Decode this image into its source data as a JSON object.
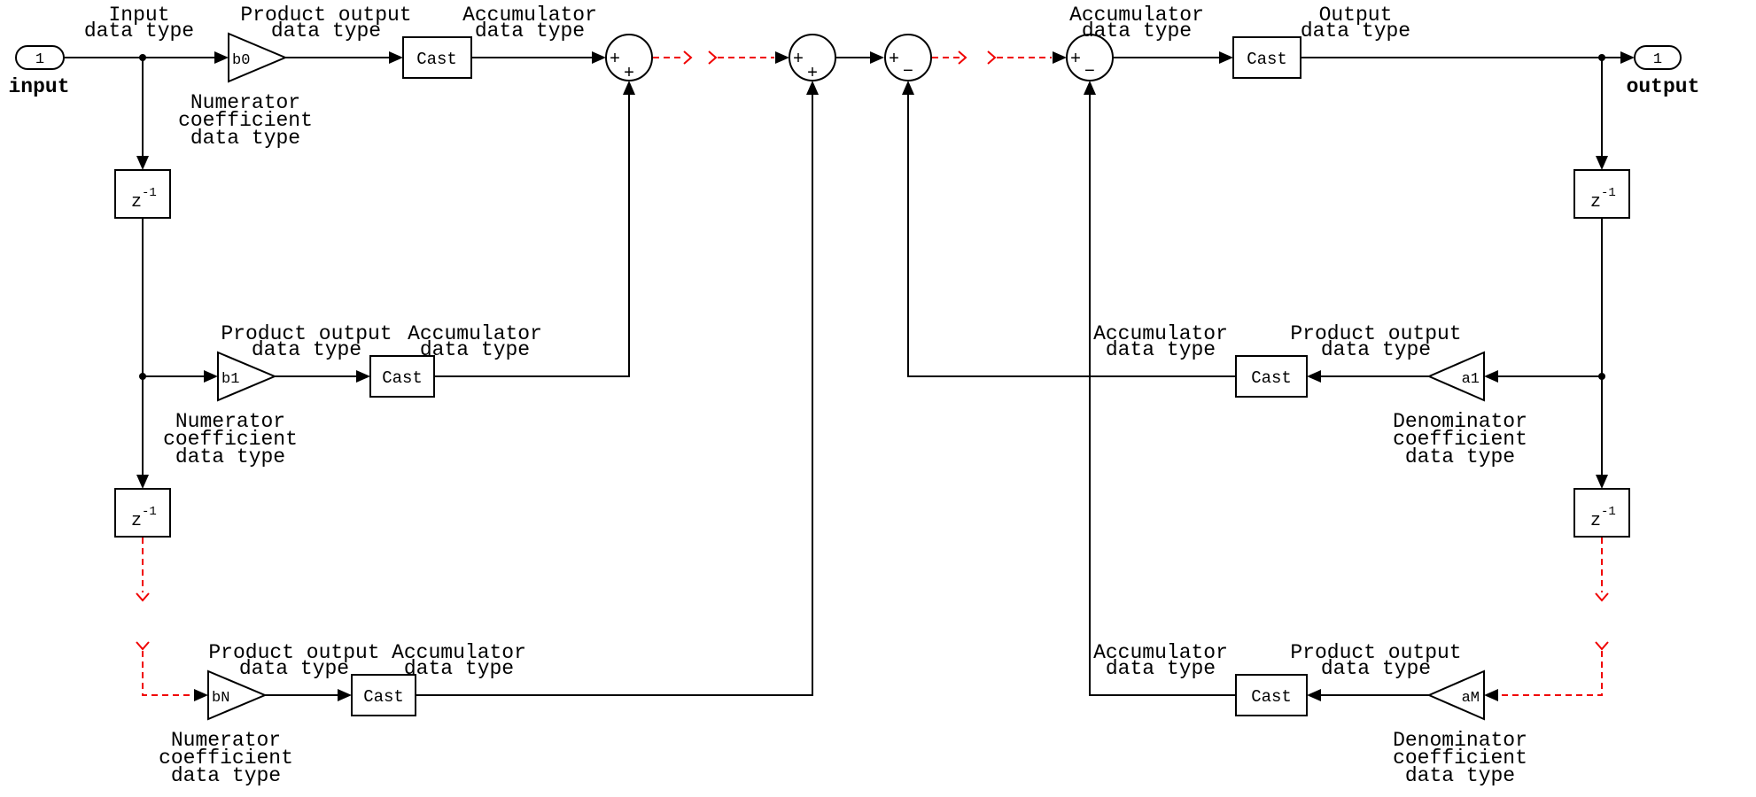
{
  "diagram": {
    "description": "Direct-form IIR filter signal-flow diagram with data type annotations",
    "colors": {
      "background": "#ffffff",
      "line": "#000000",
      "continuation": "#f00000"
    },
    "ports": {
      "input": {
        "id": "1",
        "name": "input"
      },
      "output": {
        "id": "1",
        "name": "output"
      }
    },
    "blocks": {
      "cast": "Cast",
      "delay_base": "z",
      "delay_exponent": "-1",
      "gains": {
        "b0": "b0",
        "b1": "b1",
        "bN": "bN",
        "a1": "a1",
        "aM": "aM"
      }
    },
    "sum_signs": {
      "plus": "+",
      "minus": "−"
    },
    "labels": {
      "input_dt": {
        "l1": "Input",
        "l2": "data type"
      },
      "output_dt": {
        "l1": "Output",
        "l2": "data type"
      },
      "product_dt": {
        "l1": "Product output",
        "l2": "data type"
      },
      "acc_dt": {
        "l1": "Accumulator",
        "l2": "data type"
      },
      "num_dt": {
        "l1": "Numerator",
        "l2": "coefficient",
        "l3": "data type"
      },
      "den_dt": {
        "l1": "Denominator",
        "l2": "coefficient",
        "l3": "data type"
      }
    }
  }
}
